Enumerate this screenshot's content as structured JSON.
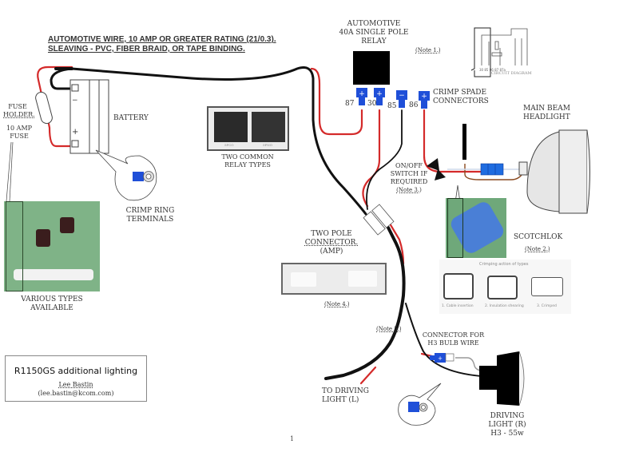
{
  "diagram": {
    "title_lines": [
      "AUTOMOTIVE WIRE, 10 AMP OR GREATER RATING (21/0.3).",
      "SLEAVING - PVC, FIBER BRAID, OR TAPE BINDING."
    ],
    "relay": {
      "label_lines": [
        "AUTOMOTIVE",
        "40A SINGLE POLE",
        "RELAY"
      ],
      "note": "(Note 1.)",
      "pins": [
        {
          "number": "87",
          "polarity": "+"
        },
        {
          "number": "30",
          "polarity": "+"
        },
        {
          "number": "85",
          "polarity": "-"
        },
        {
          "number": "86",
          "polarity": "+"
        }
      ],
      "circuit_diagram_caption": "CIRCUIT DIAGRAM",
      "circuit_pins": [
        "30",
        "85",
        "86",
        "87",
        "87a"
      ]
    },
    "crimp_spade_label_lines": [
      "CRIMP SPADE",
      "CONNECTORS"
    ],
    "battery": {
      "label": "BATTERY",
      "negative": "-",
      "positive": "+"
    },
    "fuse": {
      "holder_label_lines": [
        "FUSE",
        "HOLDER."
      ],
      "rating_lines": [
        "10 AMP",
        "FUSE"
      ],
      "various_types_lines": [
        "VARIOUS TYPES",
        "AVAILABLE"
      ]
    },
    "crimp_ring_label_lines": [
      "CRIMP RING",
      "TERMINALS"
    ],
    "relay_types_label_lines": [
      "TWO COMMON",
      "RELAY TYPES"
    ],
    "relay_type_captions": [
      "5PCO",
      "5PNO"
    ],
    "main_beam_label_lines": [
      "MAIN BEAM",
      "HEADLIGHT"
    ],
    "switch": {
      "label_lines": [
        "ON/OFF",
        "SWITCH IF",
        "REQUIRED"
      ],
      "note": "(Note 3.)"
    },
    "scotchlok": {
      "label": "SCOTCHLOK",
      "note": "(Note 2.)",
      "crimp_caption": "Crimping action of types",
      "steps": [
        "1. Cable insertion",
        "2. Insulation shearing",
        "3. Crimped"
      ]
    },
    "two_pole_connector": {
      "label_lines": [
        "TWO POLE",
        "CONNECTOR.",
        "(AMP)"
      ],
      "note": "(Note 4.)"
    },
    "note5": "(Note 5.)",
    "h3_connector_label_lines": [
      "CONNECTOR FOR",
      "H3 BULB WIRE"
    ],
    "to_driving_left_lines": [
      "TO DRIVING",
      "LIGHT (L)"
    ],
    "driving_right_lines": [
      "DRIVING",
      "LIGHT (R)",
      "H3 - 55w"
    ],
    "credit": {
      "title": "R1150GS additional lighting",
      "name": "Lee Bastin",
      "email": "(lee.bastin@kcom.com)"
    },
    "page_number": "1",
    "colors": {
      "wire_red": "#d42a2a",
      "wire_black": "#111111",
      "connector_blue": "#1f4fd8",
      "photo_green": "#6fa87a",
      "scotchlok_blue": "#4a7fd6"
    }
  }
}
